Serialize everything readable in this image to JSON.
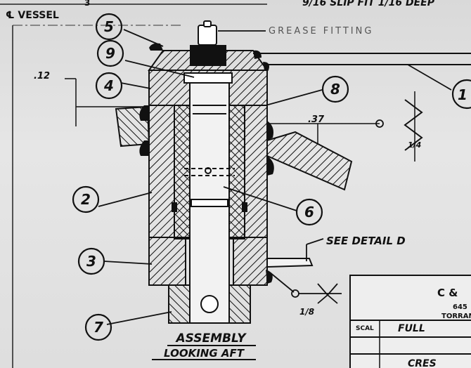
{
  "header": {
    "vessel": "℄ VESSEL",
    "top_dim": "3",
    "slip_fit": "9/16 SLIP FIT 1/16 DEEP"
  },
  "annotations": {
    "grease_fitting": "GREASE FITTING",
    "see_detail": "SEE DETAIL D",
    "dim_12": ".12",
    "dim_37": ".37",
    "dim_quarter": "1/4",
    "dim_eighth": "1/8"
  },
  "balloons": [
    "5",
    "9",
    "4",
    "8",
    "1",
    "2",
    "6",
    "3",
    "7"
  ],
  "caption": {
    "line1": "ASSEMBLY",
    "line2": "LOOKING AFT"
  },
  "title_block": {
    "company": "C &",
    "line2": "645",
    "line3": "TORRAN",
    "scale_label": "SCAL",
    "scale_value": "FULL",
    "material": "CRES"
  }
}
